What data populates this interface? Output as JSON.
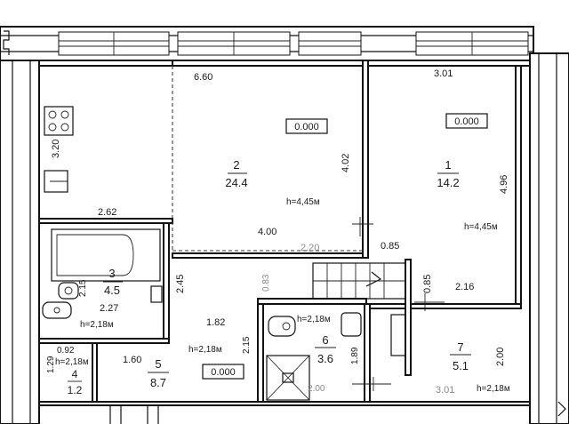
{
  "rooms": [
    {
      "id": "r1",
      "number": "1",
      "area": "14.2"
    },
    {
      "id": "r2",
      "number": "2",
      "area": "24.4"
    },
    {
      "id": "r3",
      "number": "3",
      "area": "4.5"
    },
    {
      "id": "r4",
      "number": "4",
      "area": "1.2"
    },
    {
      "id": "r5",
      "number": "5",
      "area": "8.7"
    },
    {
      "id": "r6",
      "number": "6",
      "area": "3.6"
    },
    {
      "id": "r7",
      "number": "7",
      "area": "5.1"
    }
  ],
  "levels": {
    "room1": "0.000",
    "room2": "0.000",
    "room5": "0.000"
  },
  "heights": {
    "room1": "h=4,45м",
    "room2": "h=4,45м",
    "room3": "h=2,18м",
    "room4": "h=2,18м",
    "room5": "h=2,18м",
    "room6": "h=2,18м",
    "room7": "h=2,18м"
  },
  "dimensions": {
    "d660": "6.60",
    "d301_top": "3.01",
    "d320": "3.20",
    "d402": "4.02",
    "d496": "4.96",
    "d262": "2.62",
    "d400": "4.00",
    "d220": "2.20",
    "d085_a": "0.85",
    "d085_b": "0.85",
    "d215_a": "2.15",
    "d227": "2.27",
    "d245": "2.45",
    "d083": "0.83",
    "d216": "2.16",
    "d182": "1.82",
    "d092": "0.92",
    "d160": "1.60",
    "d129": "1.29",
    "d215_b": "2.15",
    "d189": "1.89",
    "d200_v": "2.00",
    "d200_h": "2.00",
    "d301_bottom": "3.01"
  }
}
